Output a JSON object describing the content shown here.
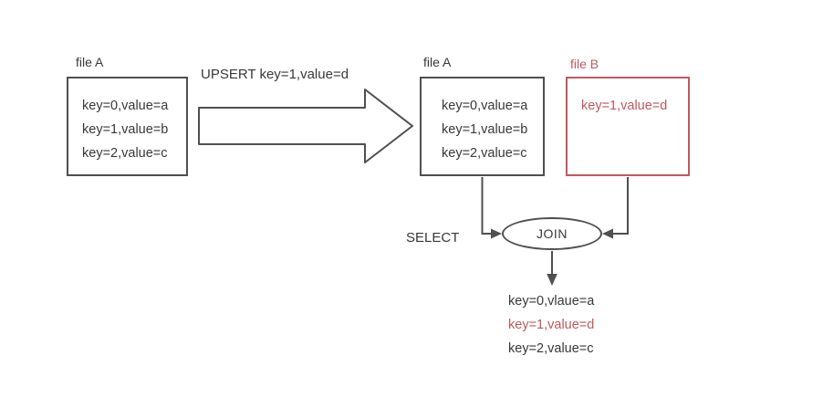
{
  "colors": {
    "dark_stroke": "#4f4f4f",
    "text_dark": "#383838",
    "red": "#c0585e"
  },
  "boxes": {
    "left_file_a": {
      "label": "file A",
      "rows": [
        "key=0,value=a",
        "key=1,value=b",
        "key=2,value=c"
      ]
    },
    "right_file_a": {
      "label": "file A",
      "rows": [
        "key=0,value=a",
        "key=1,value=b",
        "key=2,value=c"
      ]
    },
    "file_b": {
      "label": "file B",
      "rows": [
        "key=1,value=d"
      ]
    }
  },
  "upsert_arrow": {
    "label": "UPSERT key=1,value=d"
  },
  "join": {
    "label": "JOIN"
  },
  "select": {
    "label": "SELECT"
  },
  "result": {
    "rows": [
      {
        "text": "key=0,vlaue=a",
        "red": false
      },
      {
        "text": "key=1,value=d",
        "red": true
      },
      {
        "text": "key=2,value=c",
        "red": false
      }
    ]
  }
}
